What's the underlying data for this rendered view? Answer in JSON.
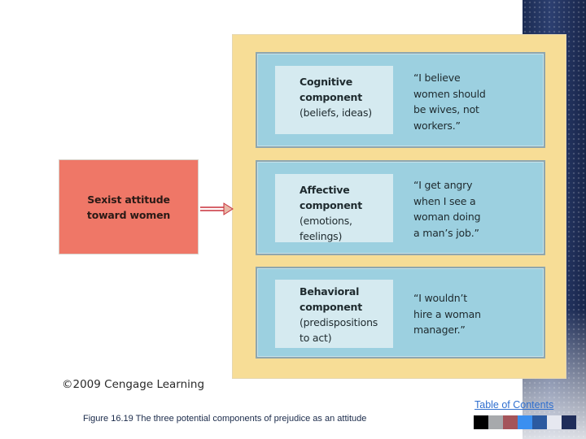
{
  "diagram": {
    "attitude_label": "Sexist attitude\ntoward women",
    "components": [
      {
        "title": "Cognitive\ncomponent",
        "description": "(beliefs, ideas)",
        "quote": "“I believe\nwomen should\nbe wives, not\nworkers.”"
      },
      {
        "title": "Affective\ncomponent",
        "description": "(emotions,\nfeelings)",
        "quote": "“I get angry\nwhen I see a\nwoman doing\na man’s job.”"
      },
      {
        "title": "Behavioral\ncomponent",
        "description": "(predispositions\nto act)",
        "quote": "“I wouldn’t\nhire a woman\nmanager.”"
      }
    ],
    "copyright": "©2009 Cengage Learning"
  },
  "slide": {
    "caption": "Figure 16.19 The three potential components of prejudice as an attitude",
    "toc_link": "Table of Contents"
  },
  "colors": {
    "attitude_box": "#ef7767",
    "outer_panel": "#f7dd96",
    "component_box": "#9cd0e0",
    "component_inner": "#d5eaf0",
    "arrow": "#c8303a",
    "swatches": [
      "#000000",
      "#a7a9ac",
      "#a4545a",
      "#3a8ff0",
      "#2c5aa0",
      "#e6e8f0",
      "#1f2d5a"
    ]
  }
}
